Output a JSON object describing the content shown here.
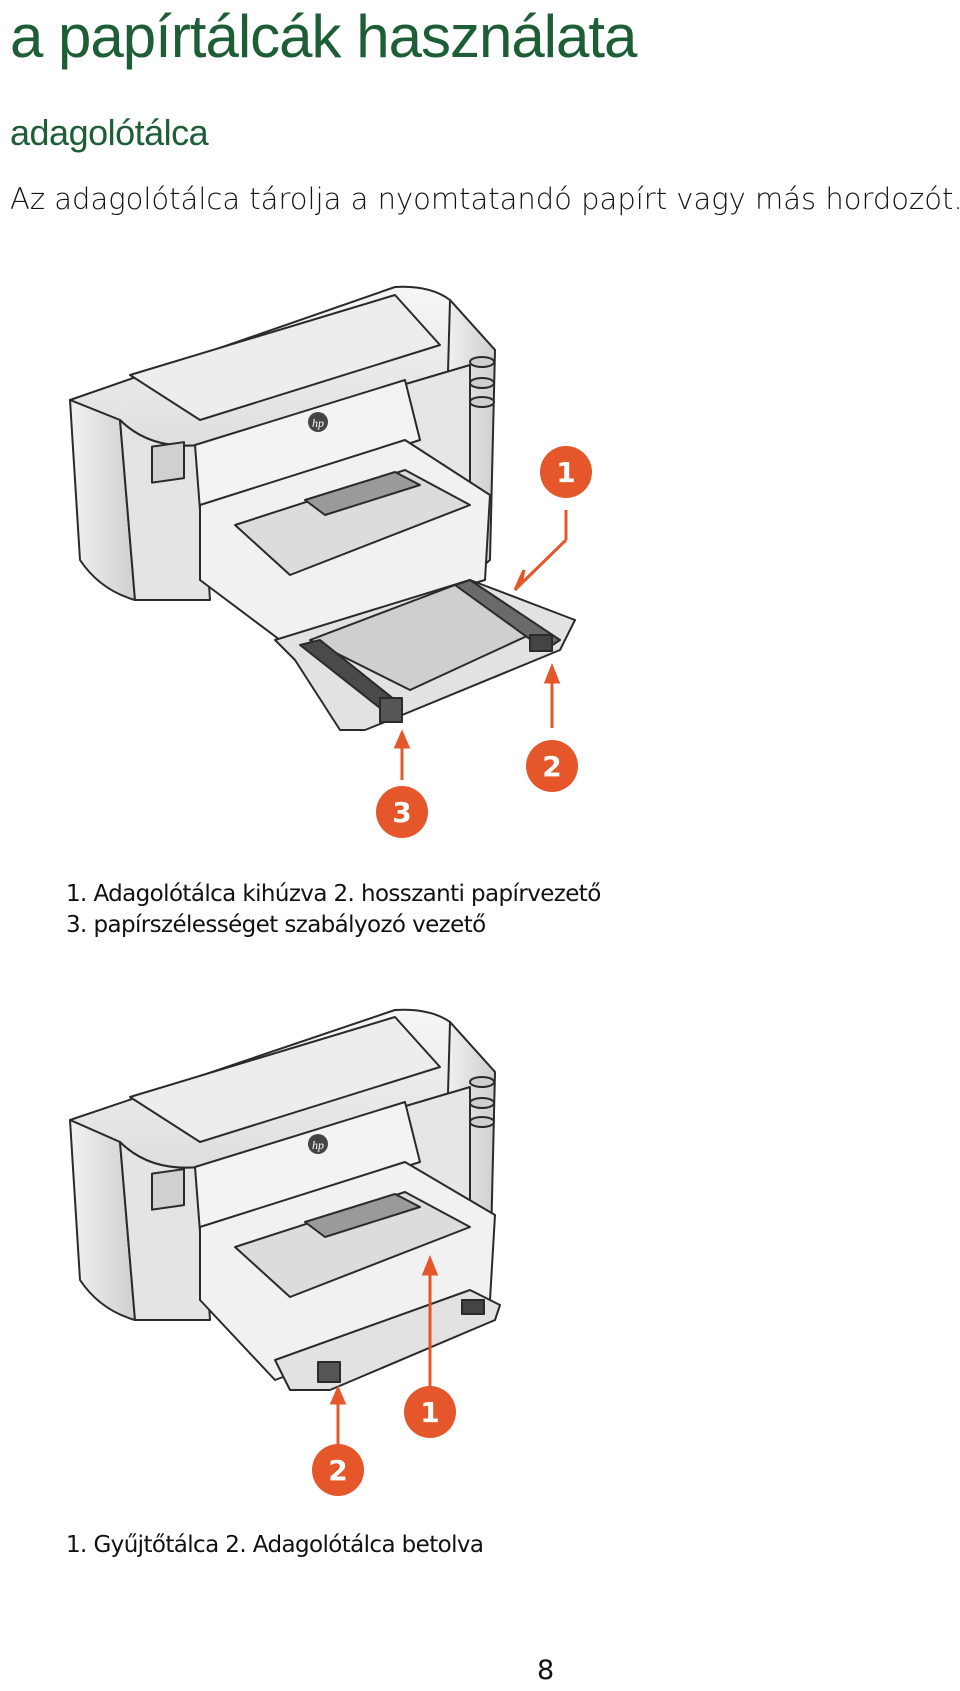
{
  "page": {
    "title": "a papírtálcák használata",
    "section_heading": "adagolótálca",
    "intro": "Az adagolótálca tárolja a nyomtatandó papírt vagy más hordozót.",
    "page_number": "8"
  },
  "figure1": {
    "logo_text": "hp",
    "callouts": [
      "1",
      "2",
      "3"
    ],
    "caption_line1": "1. Adagolótálca kihúzva 2. hosszanti papírvezető",
    "caption_line2": "3. papírszélességet szabályozó vezető"
  },
  "figure2": {
    "logo_text": "hp",
    "callouts": [
      "1",
      "2"
    ],
    "caption": "1. Gyűjtőtálca 2. Adagolótálca betolva"
  },
  "colors": {
    "heading_green": "#1d5e37",
    "callout_orange": "#e5572b",
    "printer_gray": "#e9e9e9"
  }
}
